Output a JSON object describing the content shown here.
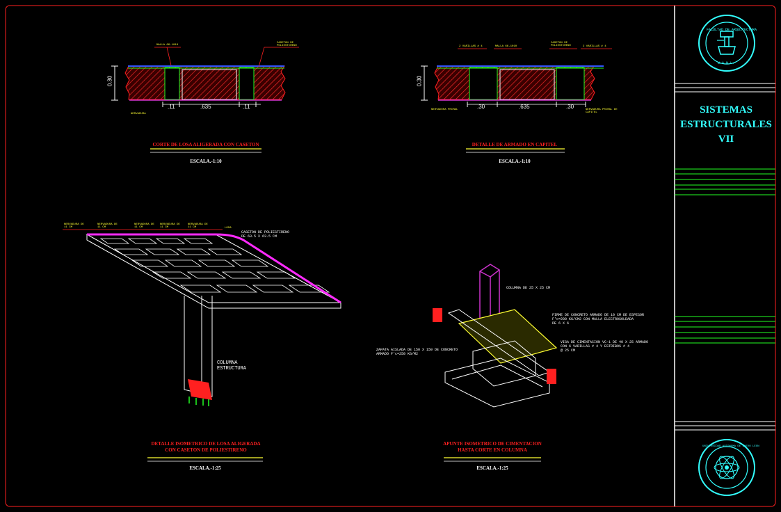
{
  "sidebar": {
    "title_lines": [
      "SISTEMAS",
      "ESTRUCTURALES",
      "VII"
    ],
    "logo_top_text": "FACULTAD DE ARQUITECTURA",
    "logo_top_sub": "U.A.N.L.",
    "logo_bottom_text": "UNIVERSIDAD AUTONOMA DE NUEVO LEON"
  },
  "detail1": {
    "title": "CORTE DE LOSA ALIGERADA CON CASETON",
    "scale": "ESCALA.-1:10",
    "height_dim": "0.30",
    "dims": [
      ".11",
      ".635",
      ".11"
    ],
    "labels": [
      "MALLA 66-1010",
      "CASETON DE POLIESTIRENO",
      "NERVADURA"
    ]
  },
  "detail2": {
    "title": "DETALLE DE ARMADO EN CAPITEL",
    "scale": "ESCALA.-1:10",
    "height_dim": "0.30",
    "dims": [
      ".30",
      ".635",
      ".30"
    ],
    "labels": [
      "2 VARILLAS # 4",
      "MALLA 66-1010",
      "CASETON DE POLIESTIRENO",
      "2 VARILLAS # 4",
      "NERVADURA PRIMAL",
      "NERVADURA PRIMAL DE CAPITEL"
    ]
  },
  "detail3": {
    "title_lines": [
      "DETALLE ISOMETRICO DE LOSA ALIGERADA",
      "CON CASETON DE POLIESTIRENO"
    ],
    "scale": "ESCALA.-1:25",
    "caseton_label_1": "CASETON DE POLIESTIRENO",
    "caseton_label_2": "DE 63.5 X 63.5 CM",
    "column_label_1": "COLUMNA",
    "column_label_2": "ESTRUCTURA",
    "top_labels": [
      "NERVADURA DE 11 CM",
      "NERVADURA DE 11 CM",
      "NERVADURA DE 11 CM",
      "NERVADURA DE 11 CM",
      "NERVADURA DE 11 CM",
      "LOSA"
    ]
  },
  "detail4": {
    "title_lines": [
      "APUNTE ISOMETRICO DE CIMENTACION",
      "HASTA CORTE EN COLUMNA"
    ],
    "scale": "ESCALA.-1:25",
    "column_label": "COLUMNA DE 25 X 25 CM",
    "firme_lines": [
      "FIRME DE CONCRETO ARMADO DE 10 CM DE ESPESOR",
      "F'c=200 KG/CM2 CON MALLA ELECTROSOLDADA",
      "DE 6 X 6"
    ],
    "viga_lines": [
      "VIGA DE CIMENTACION VC-1 DE 40 X 25 ARMADO",
      "CON 6 VARILLAS # 4 Y ESTRIBOS # 4",
      "@ 25 CM"
    ],
    "zapata_lines": [
      "ZAPATA AISLADA DE 150 X 150 DE CONCRETO",
      "ARMADO F'c=250 KG/M2"
    ]
  },
  "colors": {
    "red": "#ff2020",
    "yellow": "#ffff33",
    "cyan": "#33ffff",
    "green": "#22ff22",
    "magenta": "#cc33cc",
    "white": "#ffffff"
  }
}
